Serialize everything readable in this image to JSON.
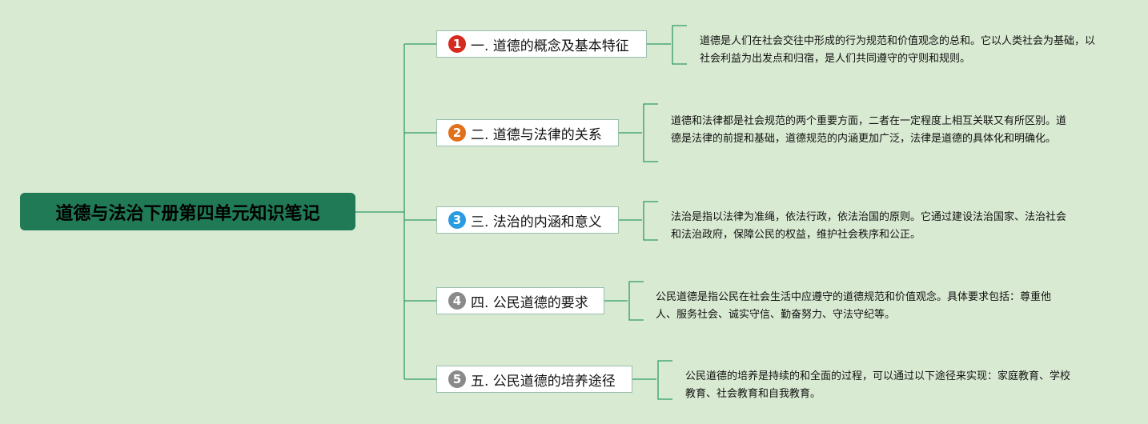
{
  "root": {
    "title": "道德与法治下册第四单元知识笔记"
  },
  "topics": [
    {
      "number": "1",
      "label": "一. 道德的概念及基本特征",
      "badge_color": "#d52a1f",
      "note": "道德是人们在社会交往中形成的行为规范和价值观念的总和。它以人类社会为基础，以社会利益为出发点和归宿，是人们共同遵守的守则和规则。"
    },
    {
      "number": "2",
      "label": "二. 道德与法律的关系",
      "badge_color": "#e0711c",
      "note": "道德和法律都是社会规范的两个重要方面，二者在一定程度上相互关联又有所区别。道德是法律的前提和基础，道德规范的内涵更加广泛，法律是道德的具体化和明确化。"
    },
    {
      "number": "3",
      "label": "三. 法治的内涵和意义",
      "badge_color": "#2a9be0",
      "note": "法治是指以法律为准绳，依法行政，依法治国的原则。它通过建设法治国家、法治社会和法治政府，保障公民的权益，维护社会秩序和公正。"
    },
    {
      "number": "4",
      "label": "四. 公民道德的要求",
      "badge_color": "#8a8a8a",
      "note": "公民道德是指公民在社会生活中应遵守的道德规范和价值观念。具体要求包括：尊重他人、服务社会、诚实守信、勤奋努力、守法守纪等。"
    },
    {
      "number": "5",
      "label": "五. 公民道德的培养途径",
      "badge_color": "#8a8a8a",
      "note": "公民道德的培养是持续的和全面的过程，可以通过以下途径来实现：家庭教育、学校教育、社会教育和自我教育。"
    }
  ],
  "colors": {
    "line": "#2e9a6a",
    "root_bg": "#1f7a55",
    "bg": "#d9ead2"
  }
}
